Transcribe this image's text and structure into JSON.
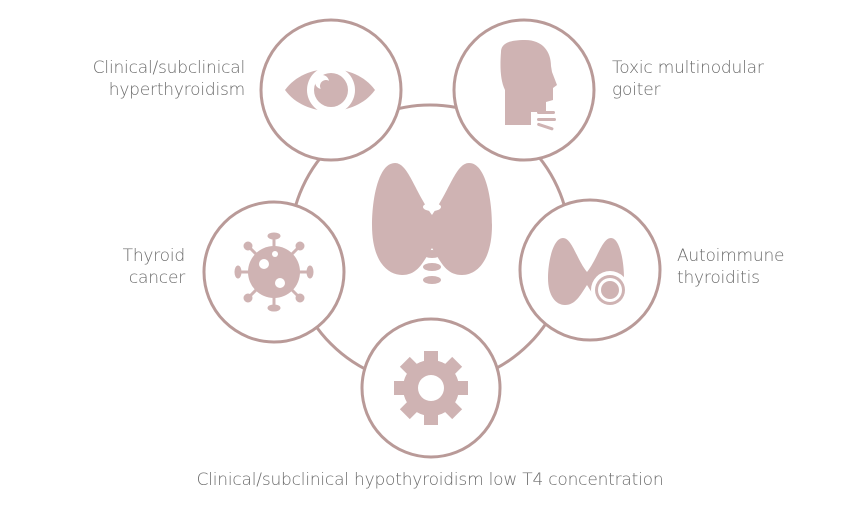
{
  "colors": {
    "stroke": "#b99a98",
    "fill": "#cfb3b3",
    "text": "#6b6b6b",
    "bg": "#ffffff"
  },
  "center": {
    "icon": "thyroid-icon"
  },
  "nodes": [
    {
      "id": "eye",
      "icon": "eye-icon",
      "label_line1": "Clinical/subclinical",
      "label_line2": "hyperthyroidism"
    },
    {
      "id": "face",
      "icon": "head-speaking-icon",
      "label_line1": "Toxic multinodular",
      "label_line2": "goiter"
    },
    {
      "id": "virus",
      "icon": "virus-icon",
      "label_line1": "Thyroid",
      "label_line2": "cancer"
    },
    {
      "id": "thyroid-target",
      "icon": "thyroid-target-icon",
      "label_line1": "Autoimmune",
      "label_line2": "thyroiditis"
    },
    {
      "id": "gear",
      "icon": "gear-icon",
      "label": "Clinical/subclinical hypothyroidism low T4 concentration"
    }
  ]
}
